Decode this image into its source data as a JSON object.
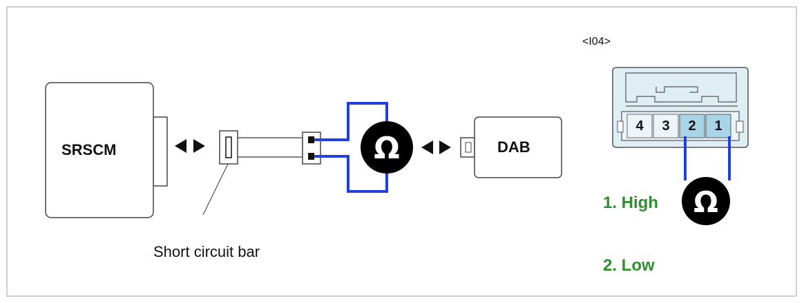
{
  "diagram": {
    "control_module_label": "SRSCM",
    "airbag_label": "DAB",
    "short_bar_caption": "Short circuit bar",
    "connector_id": "<I04>",
    "pins": [
      "4",
      "3",
      "2",
      "1"
    ],
    "measurement_lines": [
      "1. High",
      "2. Low"
    ],
    "ohmmeter_symbol": "Ω"
  },
  "colors": {
    "probe_wire": "#1f3fe0",
    "measurement_text": "#2f8f2f",
    "pin_highlight": "#a9d3e6",
    "connector_fill": "#dfeef5",
    "outline": "#444444"
  }
}
